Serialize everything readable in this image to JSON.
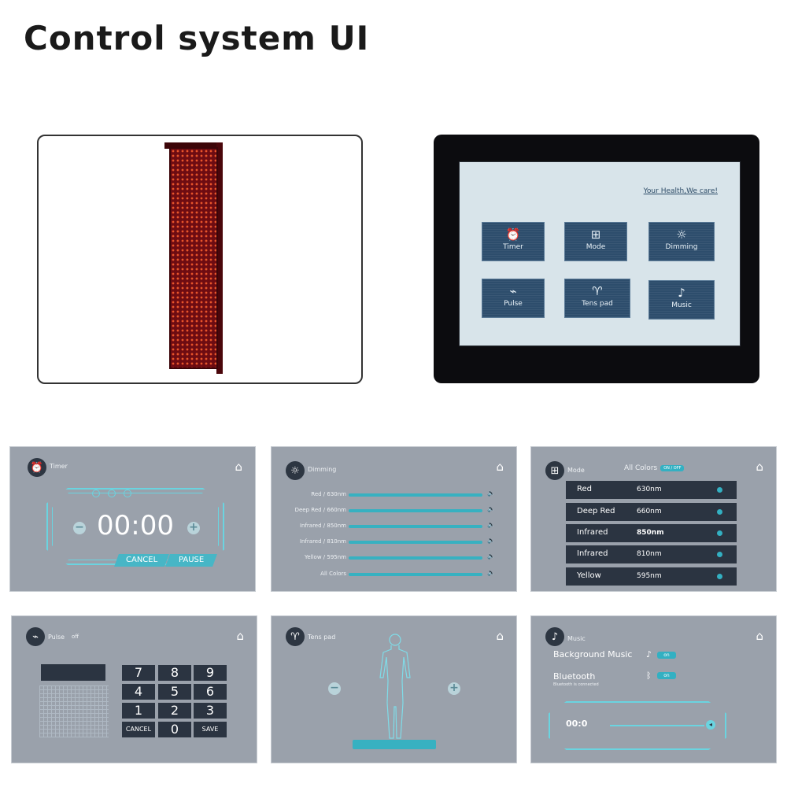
{
  "title": "Control system UI",
  "device_screen": {
    "slogan": "Your Health,We care!",
    "tiles": [
      {
        "label": "Timer",
        "icon": "alarm-clock-icon",
        "glyph": "⏰"
      },
      {
        "label": "Mode",
        "icon": "grid-icon",
        "glyph": "⊞"
      },
      {
        "label": "Dimming",
        "icon": "sun-icon",
        "glyph": "☼"
      },
      {
        "label": "Pulse",
        "icon": "pulse-icon",
        "glyph": "⌁"
      },
      {
        "label": "Tens pad",
        "icon": "tens-pad-icon",
        "glyph": "♈"
      },
      {
        "label": "Music",
        "icon": "music-note-icon",
        "glyph": "♪"
      }
    ]
  },
  "timer": {
    "title": "Timer",
    "time": "00:00",
    "minus": "−",
    "plus": "+",
    "cancel": "CANCEL",
    "pause": "PAUSE"
  },
  "dimming": {
    "title": "Dimming",
    "rows": [
      "Red / 630nm",
      "Deep Red / 660nm",
      "Infrared / 850nm",
      "Infrared / 810nm",
      "Yellow / 595nm",
      "All Colors"
    ]
  },
  "mode": {
    "title": "Mode",
    "all_colors": "All Colors",
    "onoff": "ON / OFF",
    "rows": [
      {
        "name": "Red",
        "wave": "630nm"
      },
      {
        "name": "Deep Red",
        "wave": "660nm"
      },
      {
        "name": "Infrared",
        "wave": "850nm"
      },
      {
        "name": "Infrared",
        "wave": "810nm"
      },
      {
        "name": "Yellow",
        "wave": "595nm"
      }
    ]
  },
  "pulse": {
    "title": "Pulse",
    "status": "off",
    "keys": [
      "7",
      "8",
      "9",
      "4",
      "5",
      "6",
      "1",
      "2",
      "3",
      "CANCEL",
      "0",
      "SAVE"
    ]
  },
  "tens": {
    "title": "Tens pad",
    "minus": "−",
    "plus": "+"
  },
  "music": {
    "title": "Music",
    "bg_music": "Background Music",
    "bluetooth": "Bluetooth",
    "bt_sub": "Bluetooth is connected",
    "on": "on",
    "time": "00:0"
  }
}
